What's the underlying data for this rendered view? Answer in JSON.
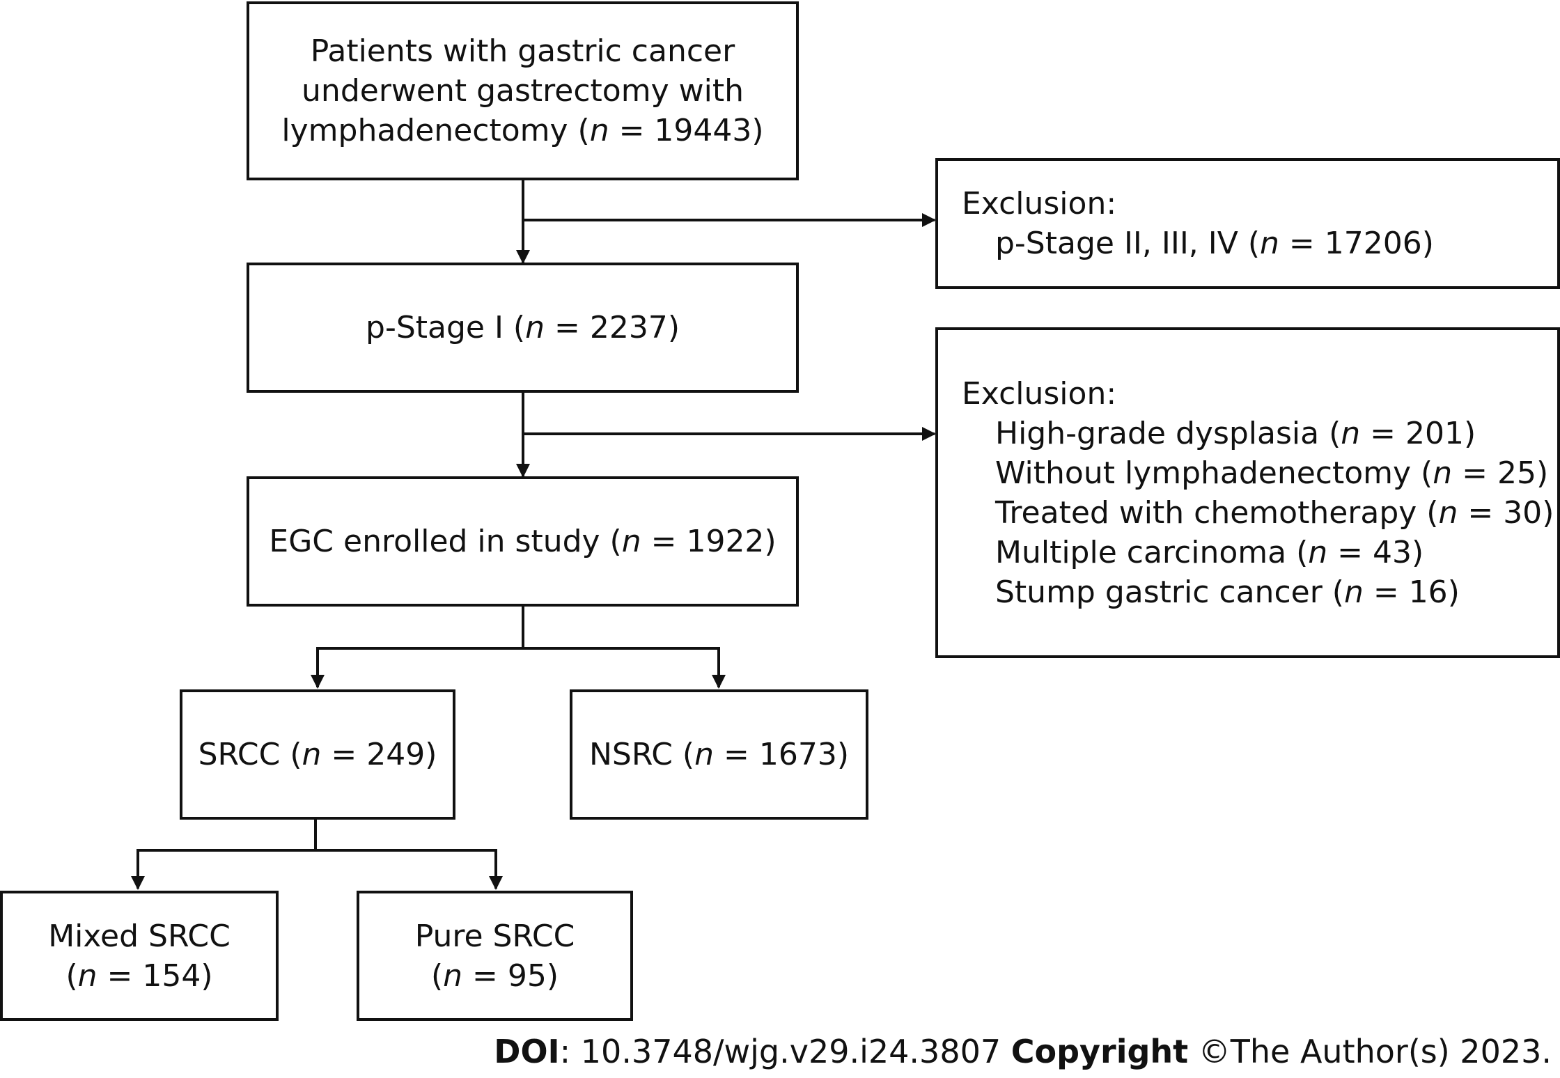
{
  "boxes": {
    "b1": {
      "lines": [
        {
          "text": "Patients with gastric cancer"
        },
        {
          "text": "underwent gastrectomy with"
        },
        {
          "text": "lymphadenectomy (",
          "n": "19443"
        }
      ]
    },
    "b2": {
      "lines": [
        {
          "text": "p-Stage I (",
          "n": "2237"
        }
      ]
    },
    "b3": {
      "lines": [
        {
          "text": "EGC enrolled in study (",
          "n": "1922"
        }
      ]
    },
    "b4": {
      "lines": [
        {
          "text": "SRCC (",
          "n": "249"
        }
      ]
    },
    "b5": {
      "lines": [
        {
          "text": "NSRC (",
          "n": "1673"
        }
      ]
    },
    "b6": {
      "lines": [
        {
          "text": "Mixed SRCC"
        },
        {
          "text": "(",
          "n": "154"
        }
      ]
    },
    "b7": {
      "lines": [
        {
          "text": "Pure SRCC"
        },
        {
          "text": "(",
          "n": "95"
        }
      ]
    },
    "e1": {
      "heading": "Exclusion:",
      "lines": [
        {
          "text": "p-Stage II, III, IV (",
          "n": "17206"
        }
      ]
    },
    "e2": {
      "heading": "Exclusion:",
      "lines": [
        {
          "text": "High-grade dysplasia (",
          "n": "201"
        },
        {
          "text": "Without lymphadenectomy (",
          "n": "25"
        },
        {
          "text": "Treated with chemotherapy (",
          "n": "30"
        },
        {
          "text": "Multiple carcinoma (",
          "n": "43"
        },
        {
          "text": "Stump gastric cancer (",
          "n": "16"
        }
      ]
    }
  },
  "n_symbol": "n",
  "equals": " = ",
  "close_paren": ")",
  "footer": {
    "doi_label": "DOI",
    "doi_value": ": 10.3748/wjg.v29.i24.3807",
    "copyright_label": "Copyright",
    "copyright_value": " ©The Author(s) 2023."
  }
}
